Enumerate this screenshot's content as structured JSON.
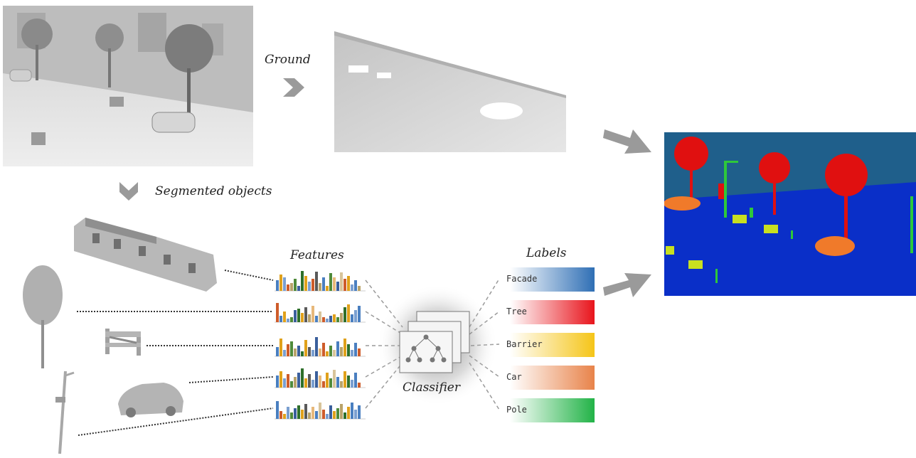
{
  "captions": {
    "ground": "Ground",
    "segmented": "Segmented objects",
    "features": "Features",
    "labels": "Labels",
    "classifier": "Classifier"
  },
  "labels": [
    {
      "text": "Facade",
      "color": "#2f6fb5"
    },
    {
      "text": "Tree",
      "color": "#e8141c"
    },
    {
      "text": "Barrier",
      "color": "#f5c518"
    },
    {
      "text": "Car",
      "color": "#e8834a"
    },
    {
      "text": "Pole",
      "color": "#22b347"
    }
  ],
  "colors": {
    "facade_class": "#1f5f8b",
    "ground_class": "#0a2fc8",
    "tree_class": "#e01010",
    "car_class": "#f07a2a",
    "pole_class": "#2ec83a",
    "barrier_class": "#c8e020",
    "arrow": "#9a9a9a"
  }
}
